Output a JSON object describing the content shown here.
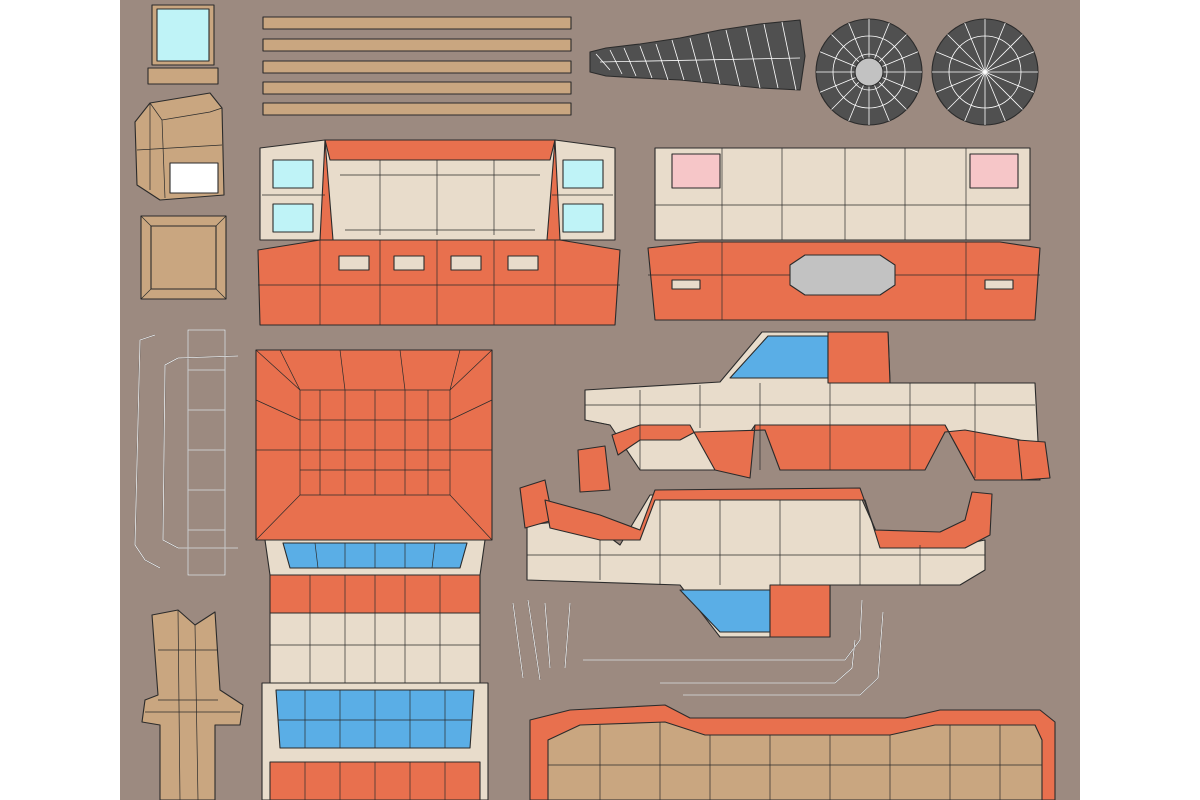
{
  "colors": {
    "background": "#ffffff",
    "canvas": "#9c8a80",
    "tan": "#c9a680",
    "cream": "#e8dccb",
    "orange": "#e8704e",
    "blue": "#5aaee6",
    "cyan": "#bff3f7",
    "pink": "#f6c6c8",
    "grey": "#c2c2c2",
    "dark": "#505050",
    "wire": "#2b2b2b"
  },
  "islands": [
    {
      "name": "glass-square",
      "icon": "glass-pane-icon",
      "color": "cyan"
    },
    {
      "name": "plank-strips",
      "icon": "plank-icon",
      "count": 5,
      "color": "tan"
    },
    {
      "name": "tire-tread",
      "icon": "tire-tread-icon",
      "color": "dark"
    },
    {
      "name": "wheel-caps",
      "icon": "wheel-icon",
      "count": 2,
      "color": "dark"
    },
    {
      "name": "front-fascia",
      "icon": "grille-icon",
      "color": "orange"
    },
    {
      "name": "rear-fascia",
      "icon": "tail-panel-icon",
      "color": "orange"
    },
    {
      "name": "side-panels",
      "icon": "truck-side-icon",
      "count": 2,
      "color": "cream"
    },
    {
      "name": "hood-roof-bed",
      "icon": "hood-icon",
      "color": "orange"
    },
    {
      "name": "tubular-frames",
      "icon": "pipe-frame-icon",
      "color": "grey"
    },
    {
      "name": "bumper-rods",
      "icon": "rod-icon",
      "color": "grey"
    },
    {
      "name": "tan-parts",
      "icon": "crate-icon",
      "color": "tan"
    },
    {
      "name": "seat-bench",
      "icon": "seat-icon",
      "color": "tan"
    }
  ]
}
